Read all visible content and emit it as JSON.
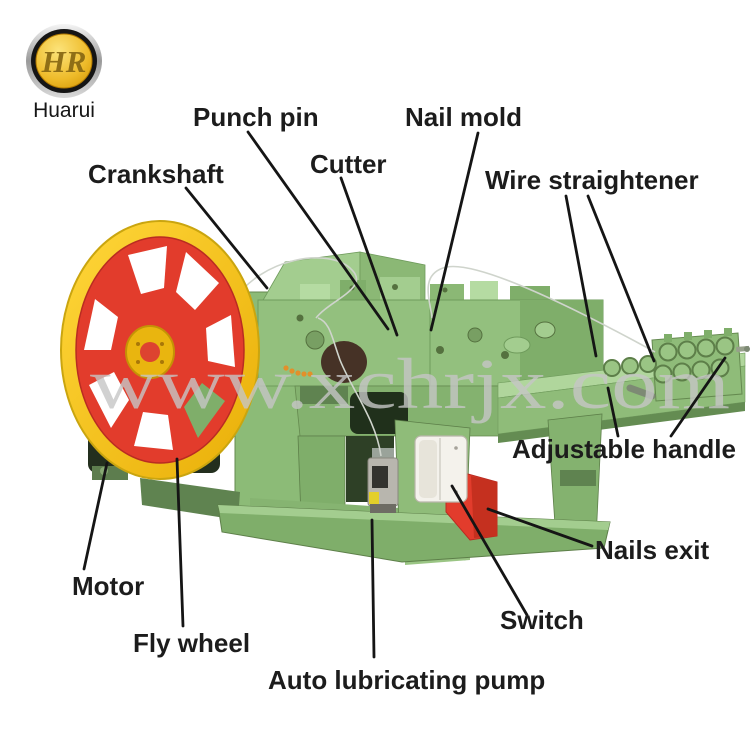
{
  "logo": {
    "monogram": "HR",
    "name": "Huarui"
  },
  "watermark": {
    "text": "www.xchrjx.com"
  },
  "labels": {
    "punch_pin": "Punch pin",
    "cutter": "Cutter",
    "nail_mold": "Nail mold",
    "crankshaft": "Crankshaft",
    "wire_straightener": "Wire straightener",
    "adjustable_handle": "Adjustable handle",
    "nails_exit": "Nails exit",
    "switch": "Switch",
    "motor": "Motor",
    "fly_wheel": "Fly wheel",
    "auto_lubricating_pump": "Auto lubricating pump"
  },
  "colors": {
    "machine_green": "#8fbc79",
    "machine_green_light": "#b0d69c",
    "machine_green_dark": "#64894f",
    "flywheel_red": "#e23c2c",
    "flywheel_rim_yellow": "#f4c21a",
    "hub_yellow": "#e9b50f",
    "nails_exit_red": "#e23c2c",
    "label_text": "#1c1c1c",
    "watermark_gray": "#c6c6c6",
    "logo_gold": "#e0a81e"
  }
}
